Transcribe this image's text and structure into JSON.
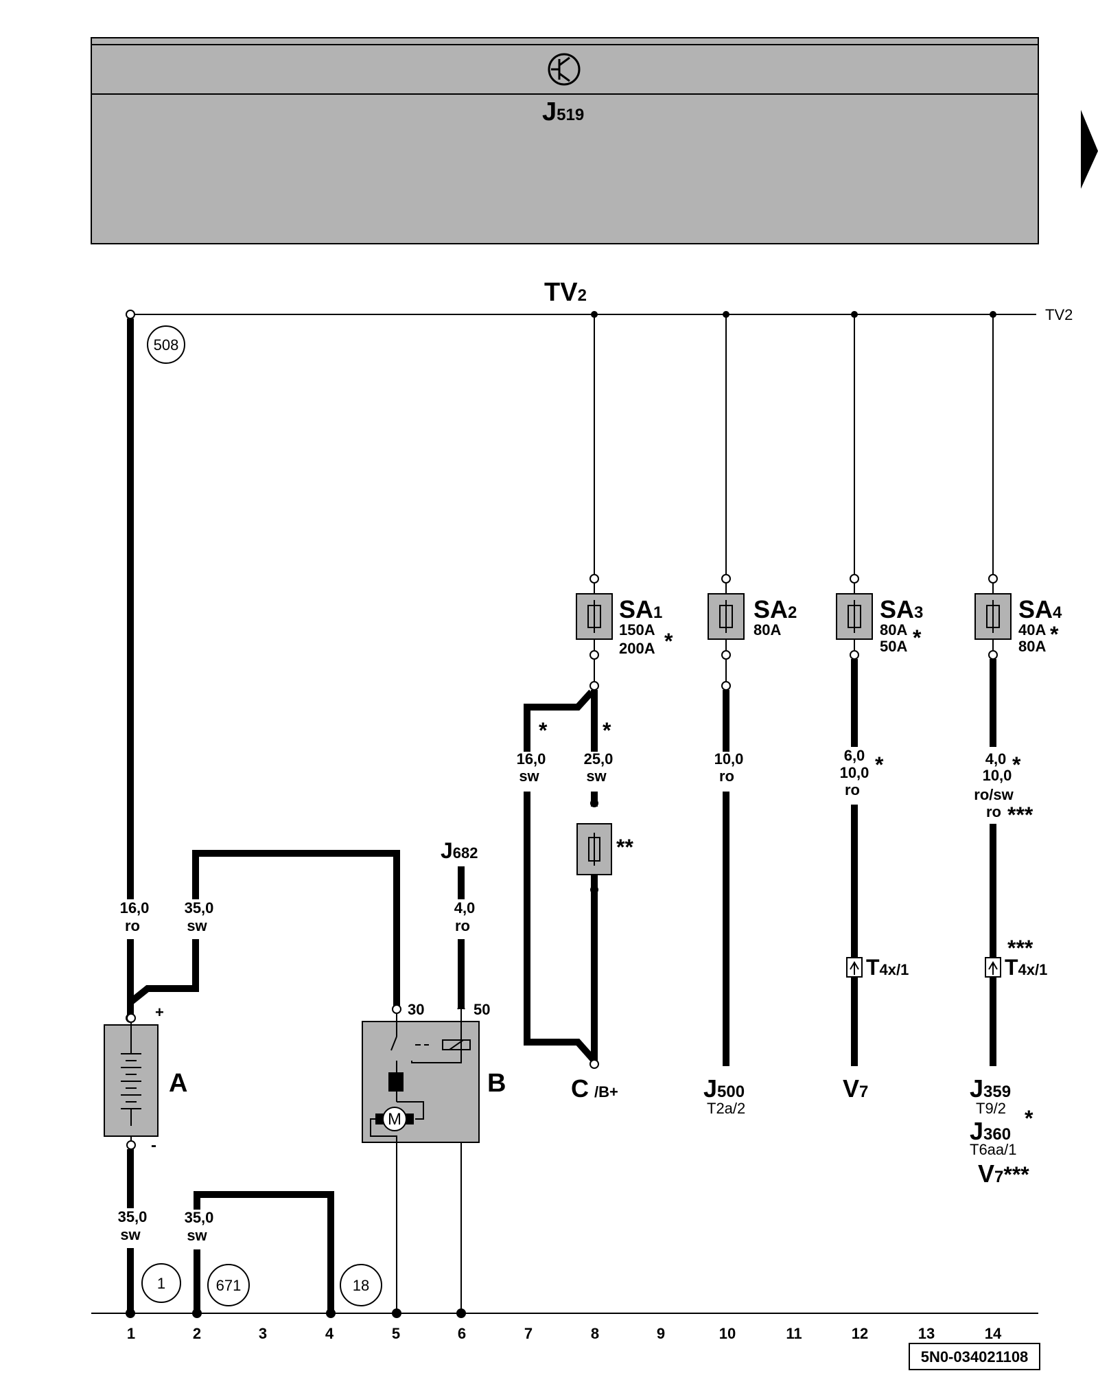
{
  "header": {
    "control_unit": "J",
    "control_unit_sub": "519"
  },
  "busbar": {
    "name": "TV",
    "name_sub": "2",
    "end_label": "TV2"
  },
  "circle_refs": [
    "508",
    "1",
    "671",
    "18"
  ],
  "components": {
    "battery": "A",
    "starter": "B",
    "starter_term_30": "30",
    "starter_term_50": "50",
    "battery_plus": "+",
    "battery_minus": "-",
    "j682": "J",
    "j682_sub": "682"
  },
  "fuses": [
    {
      "name": "SA",
      "sub": "1",
      "rating1": "150A",
      "rating2": "200A",
      "mark": "*"
    },
    {
      "name": "SA",
      "sub": "2",
      "rating1": "80A",
      "rating2": "",
      "mark": ""
    },
    {
      "name": "SA",
      "sub": "3",
      "rating1": "80A",
      "rating2": "50A",
      "mark": "*"
    },
    {
      "name": "SA",
      "sub": "4",
      "rating1": "40A",
      "rating2": "80A",
      "mark": "*"
    }
  ],
  "wires": {
    "w1_top": [
      "16,0",
      "ro"
    ],
    "w2_top": [
      "35,0",
      "sw"
    ],
    "w6": [
      "4,0",
      "ro"
    ],
    "w7": [
      "16,0",
      "sw"
    ],
    "w8": [
      "25,0",
      "sw"
    ],
    "w10": [
      "10,0",
      "ro"
    ],
    "w12": [
      "6,0",
      "10,0",
      "ro"
    ],
    "w14": [
      "4,0",
      "10,0",
      "ro/sw",
      "ro"
    ],
    "w1_bot": [
      "35,0",
      "sw"
    ],
    "w2_bot": [
      "35,0",
      "sw"
    ]
  },
  "marks": {
    "star": "*",
    "double_star": "**",
    "triple_star": "***"
  },
  "connectors": {
    "t4x_12": "T",
    "t4x_12_sub": "4x/1",
    "t4x_14": "T",
    "t4x_14_sub": "4x/1"
  },
  "destinations": {
    "c": "C",
    "c_suffix": "/B+",
    "j500": "J",
    "j500_sub": "500",
    "j500_pin": "T2a/2",
    "v7": "V",
    "v7_sub": "7",
    "j359": "J",
    "j359_sub": "359",
    "j359_pin": "T9/2",
    "j360": "J",
    "j360_sub": "360",
    "j360_pin": "T6aa/1",
    "v7b": "V",
    "v7b_sub": "7",
    "v7b_mark": "***"
  },
  "columns": [
    "1",
    "2",
    "3",
    "4",
    "5",
    "6",
    "7",
    "8",
    "9",
    "10",
    "11",
    "12",
    "13",
    "14"
  ],
  "footer_code": "5N0-034021108"
}
